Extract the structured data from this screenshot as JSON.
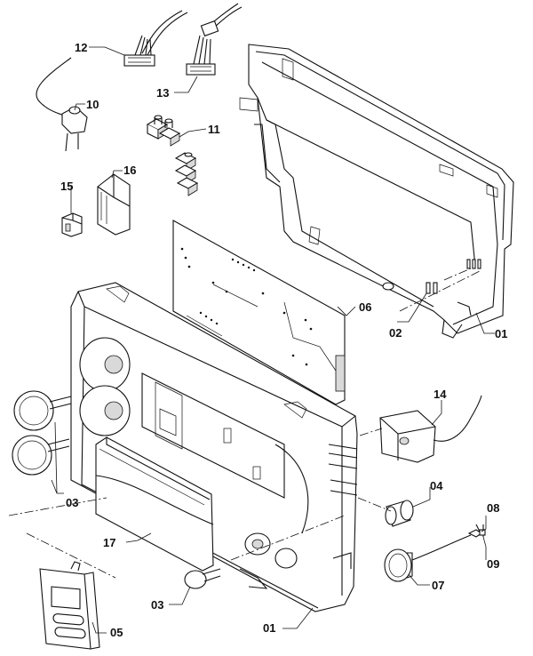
{
  "colors": {
    "line": "#111111",
    "paper": "#ffffff",
    "shade": "#d9d9d9"
  },
  "callouts": {
    "c12": "12",
    "c13": "13",
    "c10": "10",
    "c11": "11",
    "c16": "16",
    "c15": "15",
    "c06": "06",
    "c02": "02",
    "c01_rear": "01",
    "c14": "14",
    "c04": "04",
    "c08": "08",
    "c09": "09",
    "c07": "07",
    "c03_left": "03",
    "c17": "17",
    "c03_bottom": "03",
    "c05": "05",
    "c01_front": "01"
  }
}
